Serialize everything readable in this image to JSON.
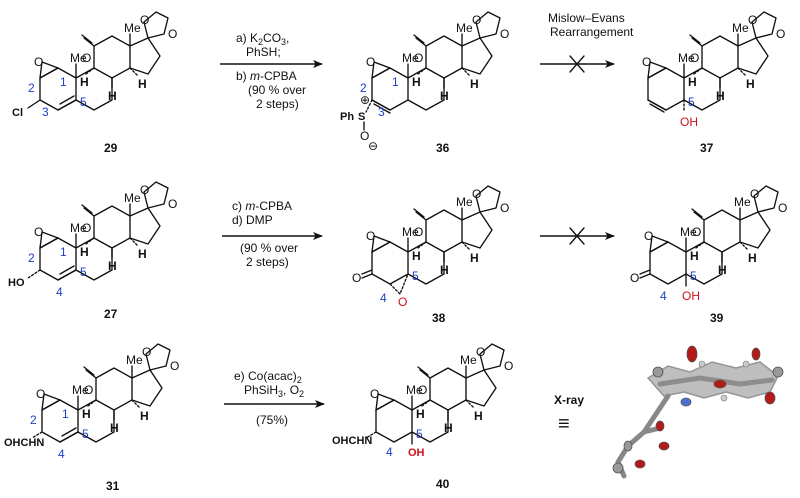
{
  "compounds": {
    "c29": "29",
    "c36": "36",
    "c37": "37",
    "c27": "27",
    "c38": "38",
    "c39": "39",
    "c31": "31",
    "c40": "40"
  },
  "atoms": {
    "O": "O",
    "Me": "Me",
    "H": "H",
    "Cl": "Cl",
    "HO": "HO",
    "OH": "OH",
    "Ph": "Ph",
    "S": "S",
    "OHCHN": "OHCHN",
    "plus": "⊕",
    "minus": "⊖"
  },
  "positions": {
    "p1": "1",
    "p2": "2",
    "p3": "3",
    "p4": "4",
    "p5": "5"
  },
  "reactions": {
    "r1": {
      "a": "a) K",
      "a_sub": "2",
      "a_tail": "CO",
      "a_sub2": "3",
      "a_end": ",",
      "a2": "PhSH;",
      "b_pre": "b) ",
      "b_it": "m",
      "b_post": "-CPBA",
      "y1": "(90 % over",
      "y2": "2 steps)"
    },
    "r2": {
      "l1": "Mislow–Evans",
      "l2": "Rearrangement"
    },
    "r3": {
      "c_pre": "c) ",
      "c_it": "m",
      "c_post": "-CPBA",
      "d": "d)  DMP",
      "y1": "(90 % over",
      "y2": "2 steps)"
    },
    "r5": {
      "e": "e) Co(acac)",
      "e_sub": "2",
      "e2": "PhSiH",
      "e2_sub": "3",
      "e2_mid": ", O",
      "e2_sub2": "2",
      "y": "(75%)"
    }
  },
  "xray": {
    "label": "X-ray",
    "equiv": "≡"
  }
}
